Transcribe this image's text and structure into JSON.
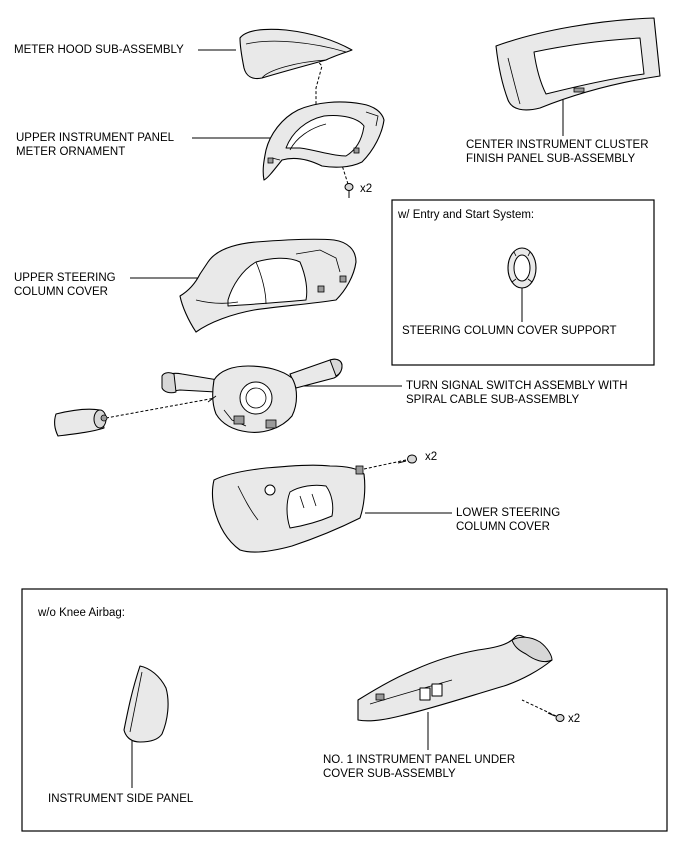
{
  "labels": {
    "meter_hood": "METER HOOD SUB-ASSEMBLY",
    "upper_ornament_1": "UPPER INSTRUMENT PANEL",
    "upper_ornament_2": "METER ORNAMENT",
    "center_cluster_1": "CENTER INSTRUMENT CLUSTER",
    "center_cluster_2": "FINISH PANEL SUB-ASSEMBLY",
    "entry_start_title": "w/ Entry and Start System:",
    "cover_support": "STEERING COLUMN COVER SUPPORT",
    "upper_cover_1": "UPPER STEERING",
    "upper_cover_2": "COLUMN COVER",
    "turn_signal_1": "TURN SIGNAL SWITCH ASSEMBLY WITH",
    "turn_signal_2": "SPIRAL CABLE SUB-ASSEMBLY",
    "lower_cover_1": "LOWER STEERING",
    "lower_cover_2": "COLUMN COVER",
    "knee_title": "w/o Knee Airbag:",
    "side_panel": "INSTRUMENT SIDE PANEL",
    "under_cover_1": "NO. 1 INSTRUMENT PANEL UNDER",
    "under_cover_2": "COVER SUB-ASSEMBLY",
    "qty_screw_upper": "x2",
    "qty_screw_lower_cover": "x2",
    "qty_screw_under_cover": "x2"
  }
}
